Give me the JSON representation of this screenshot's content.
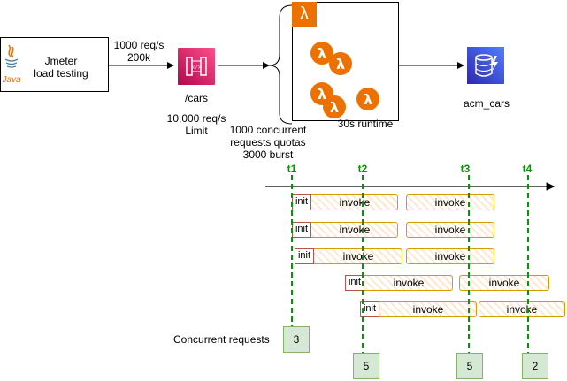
{
  "jmeter": {
    "label": "Jmeter\nload testing",
    "icon": "java-icon",
    "icon_text": "Java"
  },
  "client_edge": {
    "rate": "1000 req/s\n200k"
  },
  "api": {
    "name": "/cars",
    "limit": "10,000 req/s\nLimit",
    "icon": "api-gateway-icon"
  },
  "lambda": {
    "quota": "1000 concurrent\nrequests quotas\n3000 burst",
    "runtime": "30s runtime",
    "icon": "lambda-icon",
    "badge_glyph": "λ"
  },
  "dynamodb": {
    "name": "acm_cars",
    "icon": "dynamodb-icon"
  },
  "timeline": {
    "markers": [
      "t1",
      "t2",
      "t3",
      "t4"
    ],
    "init_label": "init",
    "invoke_label": "invoke",
    "concurrent_label": "Concurrent requests",
    "counts": [
      "3",
      "5",
      "5",
      "2"
    ]
  },
  "colors": {
    "marker": "#009900",
    "invoke_border": "#d79b00",
    "init_border": "#b85450",
    "count_fill": "#d5e8d4",
    "lambda_orange": "#ed7100",
    "api_pink": "#e7157b",
    "dynamodb_blue": "#3b48cc"
  }
}
